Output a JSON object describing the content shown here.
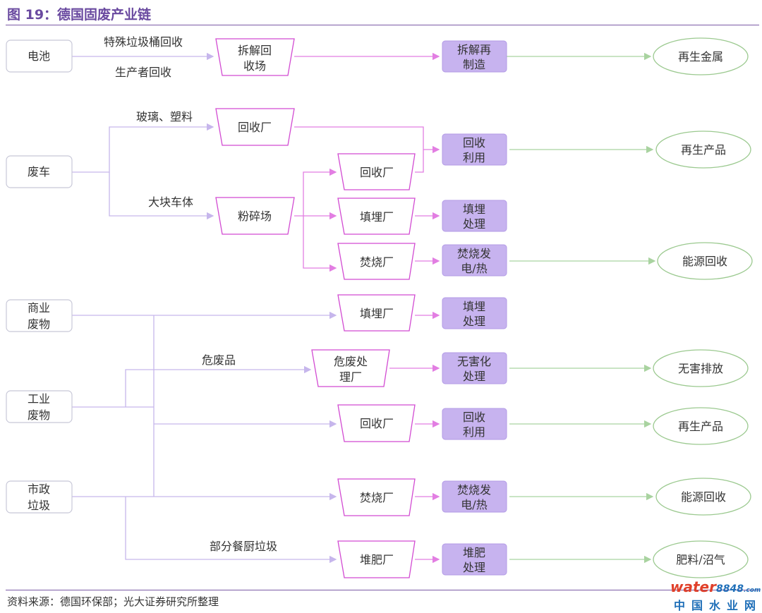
{
  "title": "图 19：德国固废产业链",
  "footer": "资料来源：德国环保部；光大证券研究所整理",
  "watermark": {
    "brand": "water",
    "digits": "8848",
    "suffix": ".com",
    "sub": "中国水业网"
  },
  "sources": {
    "battery": "电池",
    "scrap_car": "废车",
    "commercial": [
      "商业",
      "废物"
    ],
    "industrial": [
      "工业",
      "废物"
    ],
    "municipal": [
      "市政",
      "垃圾"
    ]
  },
  "edge_labels": {
    "special_bin": "特殊垃圾桶回收",
    "producer": "生产者回收",
    "glass_plastic": "玻璃、塑料",
    "large_body": "大块车体",
    "hazardous": "危废品",
    "kitchen": "部分餐厨垃圾"
  },
  "facilities": {
    "dismantle": [
      "拆解回",
      "收场"
    ],
    "recycle": "回收厂",
    "shredder": "粉碎场",
    "landfill": "填埋厂",
    "incinerator": "焚烧厂",
    "hazardous_plant": [
      "危废处",
      "理厂"
    ],
    "compost": "堆肥厂"
  },
  "processes": {
    "remanufacture": [
      "拆解再",
      "制造"
    ],
    "recycle_use": [
      "回收",
      "利用"
    ],
    "landfill_treat": [
      "填埋",
      "处理"
    ],
    "incin_power": [
      "焚烧发",
      "电/热"
    ],
    "harmless": [
      "无害化",
      "处理"
    ],
    "compost_treat": [
      "堆肥",
      "处理"
    ]
  },
  "outputs": {
    "metal": "再生金属",
    "product": "再生产品",
    "energy": "能源回收",
    "harmless_emission": "无害排放",
    "fertilizer": "肥料/沼气"
  }
}
